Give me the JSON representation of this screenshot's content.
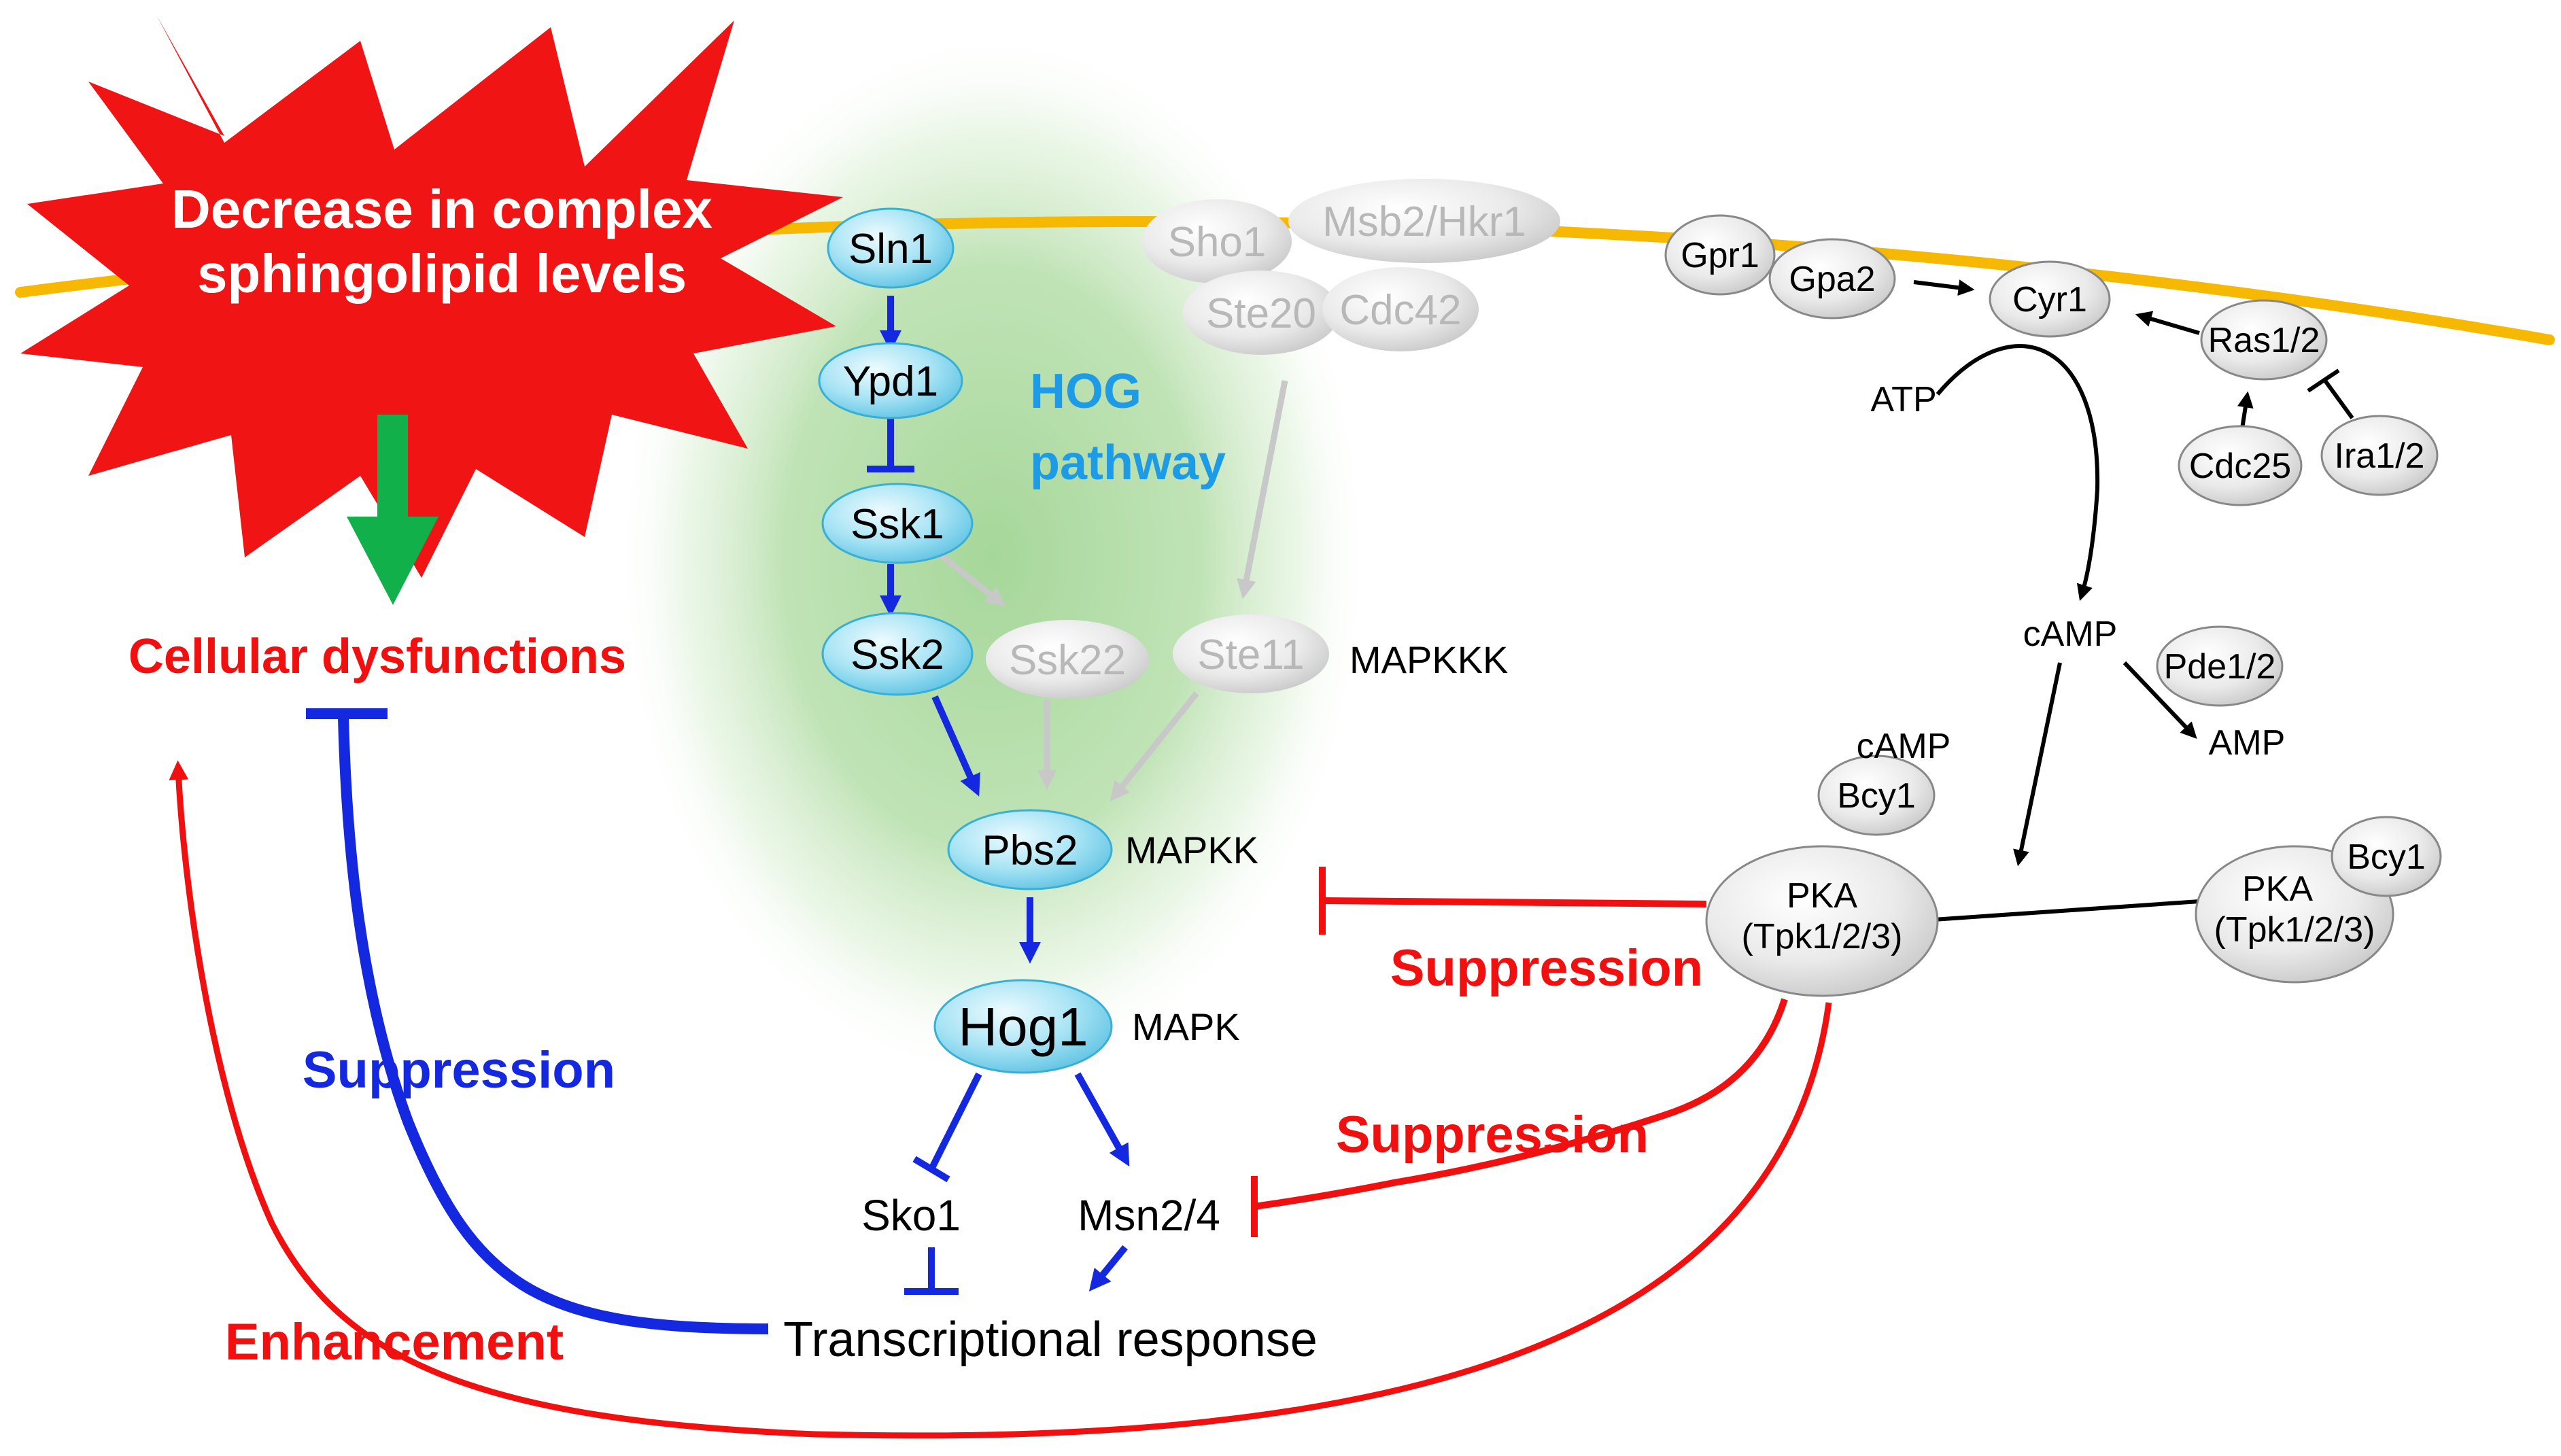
{
  "colors": {
    "membrane": "#F6B800",
    "hog_blue": "#1428E0",
    "hog_text": "#1E9BE6",
    "pka_red": "#F01010",
    "dysfunction_green": "#12B04A",
    "inactive_gray": "#C8C8C8",
    "inactive_text": "#B8B8B8",
    "black": "#000000",
    "shading_green": "#A6D79A"
  },
  "burst": {
    "line1": "Decrease in complex",
    "line2": "sphingolipid levels"
  },
  "labels": {
    "cellular_dysfunctions": "Cellular dysfunctions",
    "hog_line1": "HOG",
    "hog_line2": "pathway",
    "suppression_blue": "Suppression",
    "suppression_red_1": "Suppression",
    "suppression_red_2": "Suppression",
    "enhancement": "Enhancement",
    "transcriptional_response": "Transcriptional response",
    "mapkkk": "MAPKKK",
    "mapkk": "MAPKK",
    "mapk": "MAPK",
    "sko1": "Sko1",
    "msn24": "Msn2/4",
    "atp": "ATP",
    "camp_main": "cAMP",
    "amp": "AMP",
    "camp_small": "cAMP"
  },
  "hog_nodes": {
    "sln1": "Sln1",
    "ypd1": "Ypd1",
    "ssk1": "Ssk1",
    "ssk2": "Ssk2",
    "pbs2": "Pbs2",
    "hog1": "Hog1"
  },
  "inactive_nodes": {
    "sho1": "Sho1",
    "msb2": "Msb2/Hkr1",
    "ste20": "Ste20",
    "cdc42": "Cdc42",
    "ssk22": "Ssk22",
    "ste11": "Ste11"
  },
  "pka_nodes": {
    "gpr1": "Gpr1",
    "gpa2": "Gpa2",
    "cyr1": "Cyr1",
    "ras12": "Ras1/2",
    "cdc25": "Cdc25",
    "ira12": "Ira1/2",
    "pde12": "Pde1/2",
    "bcy1_small": "Bcy1",
    "pka_line1": "PKA",
    "pka_line2": "(Tpk1/2/3)",
    "pka2_line1": "PKA",
    "pka2_line2": "(Tpk1/2/3)",
    "bcy1_right": "Bcy1"
  }
}
